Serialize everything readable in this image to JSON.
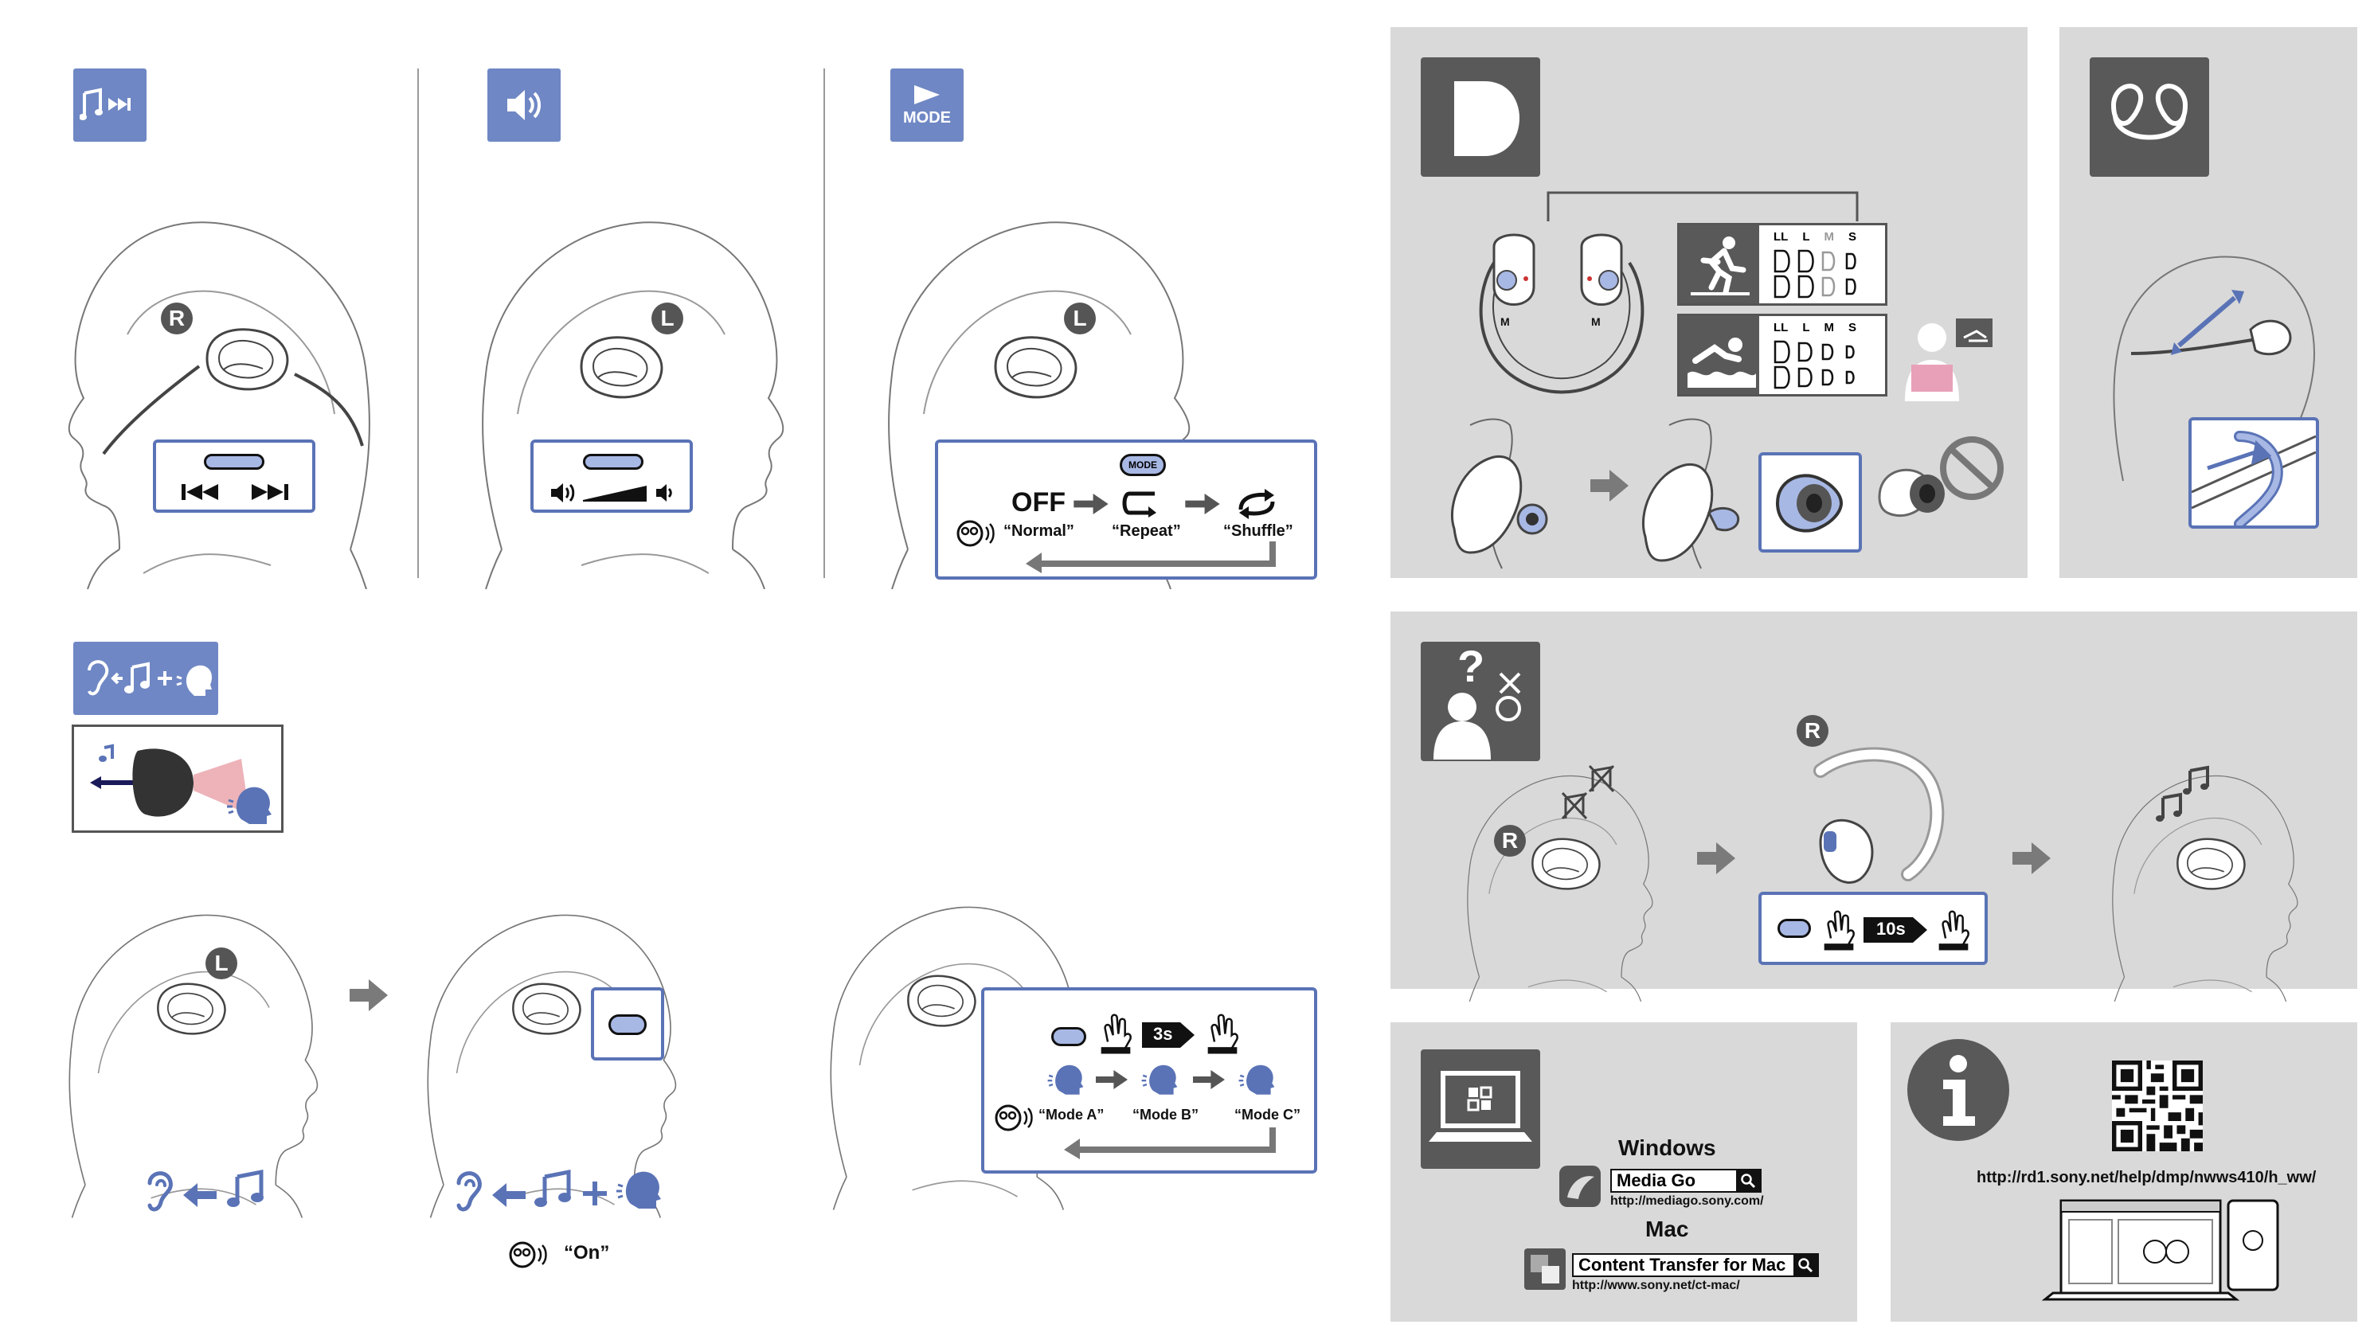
{
  "sections": {
    "play": {
      "icon": "music-skip-icon",
      "side_marker": "R"
    },
    "volume": {
      "icon": "speaker-icon",
      "side_marker": "L"
    },
    "mode": {
      "badge_text": "MODE",
      "side_marker": "L",
      "mode_pill": "MODE",
      "state_off": "OFF",
      "voice_normal": "“Normal”",
      "voice_repeat": "“Repeat”",
      "voice_shuffle": "“Shuffle”"
    },
    "ambient": {
      "side_marker": "L",
      "voice_on": "“On”",
      "hold_time": "3s",
      "voice_mode_a": "“Mode A”",
      "voice_mode_b": "“Mode B”",
      "voice_mode_c": "“Mode C”"
    },
    "earbuds": {
      "size_m_left": "M",
      "size_m_right": "M",
      "sizes_top": [
        "LL",
        "L",
        "M",
        "S"
      ],
      "sizes_bottom": [
        "LL",
        "L",
        "M",
        "S"
      ]
    },
    "reset": {
      "side_marker_1": "R",
      "side_marker_2": "R",
      "hold_time": "10s"
    },
    "software": {
      "windows_label": "Windows",
      "windows_app": "Media Go",
      "windows_url": "http://mediago.sony.com/",
      "mac_label": "Mac",
      "mac_app": "Content Transfer for Mac",
      "mac_url": "http://www.sony.net/ct-mac/"
    },
    "info": {
      "help_url": "http://rd1.sony.net/help/dmp/nwws410/h_ww/"
    }
  },
  "colors": {
    "accent": "#6f87c4",
    "panel_gray": "#d9d9d9",
    "dark_icon": "#595959",
    "blue_button": "#a8b8e4"
  }
}
